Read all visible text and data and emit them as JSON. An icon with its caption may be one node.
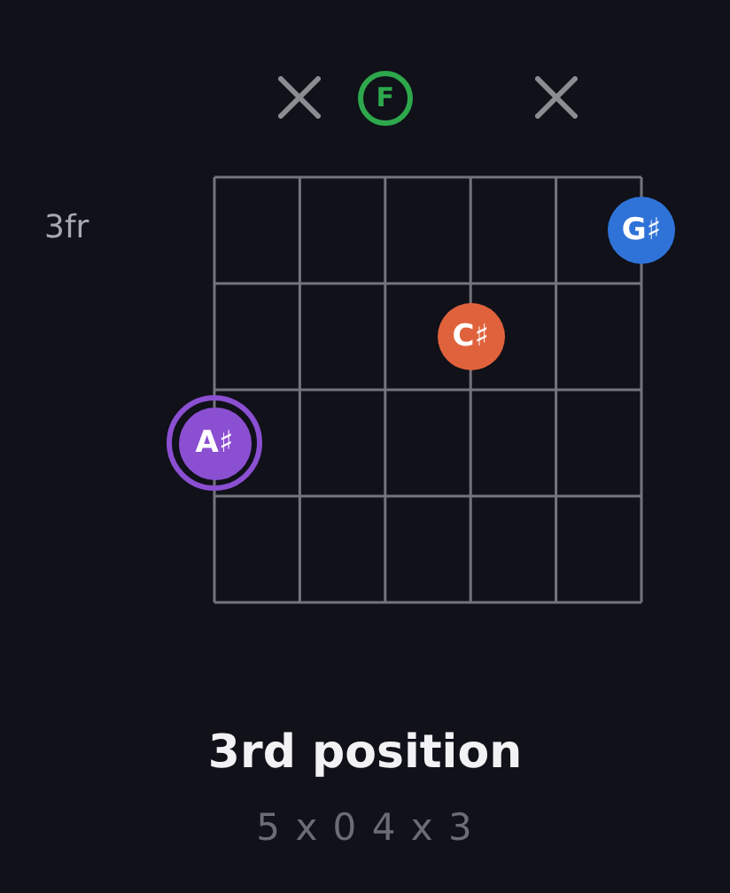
{
  "diagram": {
    "title": "3rd position",
    "nodes": [
      {
        "text": [
          "F"
        ]
      },
      {
        "text": [
          "G♯"
        ]
      },
      {
        "text": [
          "C♯"
        ]
      },
      {
        "text": [
          "A♯"
        ]
      }
    ],
    "labels": [
      "3fr",
      "5 x 0 4 x 3"
    ]
  }
}
